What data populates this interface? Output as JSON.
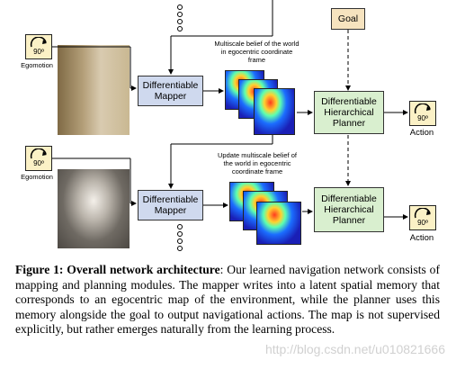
{
  "diagram": {
    "goal_label": "Goal",
    "egomotion_label": "Egomotion",
    "rotation_label": "90º",
    "mapper_label": "Differentiable Mapper",
    "planner_label": "Differentiable Hierarchical Planner",
    "belief_top": "Multiscale belief of the world in egocentric coordinate frame",
    "belief_bottom": "Update multiscale belief of the world in egocentric coordinate frame",
    "action_label": "Action"
  },
  "caption": {
    "lead": "Figure 1: Overall network architecture",
    "body": ": Our learned navigation network consists of mapping and planning modules. The mapper writes into a latent spatial memory that corresponds to an egocentric map of the environment, while the planner uses this memory alongside the goal to output navigational actions.  The map is not supervised explicitly, but rather emerges naturally from the learning process."
  },
  "watermark": "http://blog.csdn.net/u010821666"
}
